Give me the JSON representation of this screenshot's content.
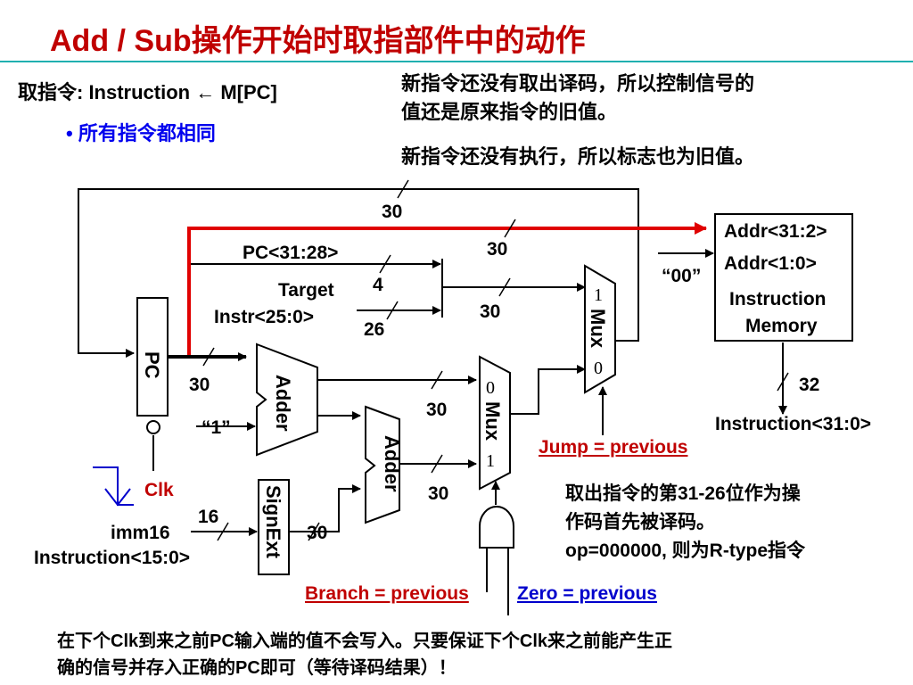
{
  "title": "Add / Sub操作开始时取指部件中的动作",
  "fetch_line": "取指令: Instruction ← M[PC]",
  "bullet": "• 所有指令都相同",
  "note_top": [
    "新指令还没有取出译码，所以控制信号的",
    "值还是原来指令的旧值。"
  ],
  "note_flags": "新指令还没有执行，所以标志也为旧值。",
  "note_decode": [
    "取出指令的第31-26位作为操",
    "作码首先被译码。",
    "op=000000, 则为R-type指令"
  ],
  "bottom_note": [
    "在下个Clk到来之前PC输入端的值不会写入。只要保证下个Clk来之前能产生正",
    "确的信号并存入正确的PC即可（等待译码结果）！"
  ],
  "diagram": {
    "pc": "PC",
    "adder_top": "Adder",
    "adder_bottom": "Adder",
    "signext": "SignExt",
    "mux_top": {
      "label": "Mux",
      "in1": "1",
      "in0": "0"
    },
    "mux_mid": {
      "label": "Mux",
      "in0": "0",
      "in1": "1"
    },
    "memory": {
      "addr_hi": "Addr<31:2>",
      "addr_lo": "Addr<1:0>",
      "name1": "Instruction",
      "name2": "Memory",
      "const00": "“00”"
    },
    "labels": {
      "w30_top": "30",
      "w30_addr": "30",
      "pc_31_28": "PC<31:28>",
      "w4": "4",
      "target": "Target",
      "instr_25_0": "Instr<25:0>",
      "w26": "26",
      "w30_concat": "30",
      "w30_pc": "30",
      "one": "“1”",
      "w30_adder": "30",
      "w30_adder2": "30",
      "w16": "16",
      "imm16": "imm16",
      "instr_15_0": "Instruction<15:0>",
      "w30_signext": "30",
      "w32": "32",
      "instr_31_0": "Instruction<31:0>",
      "clk": "Clk"
    },
    "signals": {
      "jump": "Jump = previous",
      "branch": "Branch = previous",
      "zero": "Zero = previous"
    }
  },
  "colors": {
    "title": "#c00000",
    "accent_red": "#e00000",
    "blue": "#0000cc",
    "rule": "#20b0b0"
  }
}
